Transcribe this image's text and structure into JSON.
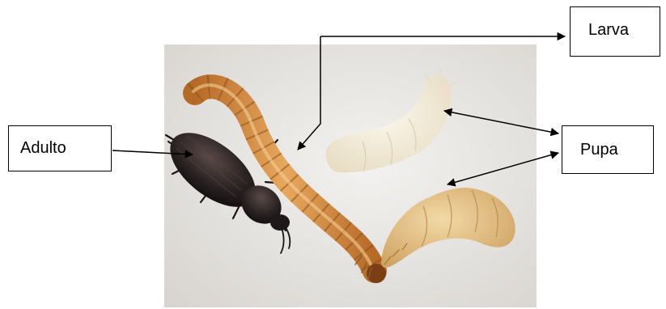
{
  "labels": {
    "adult": "Adulto",
    "larva": "Larva",
    "pupa": "Pupa"
  },
  "colors": {
    "background": "#ffffff",
    "photo_background": "#e2e0dc",
    "beetle": "#2b2323",
    "larva_body": "#d08a3c",
    "larva_band": "#8a4d1a",
    "pupa_light": "#f3ecd9",
    "pupa_tan": "#e3bf7c",
    "line": "#000000"
  }
}
